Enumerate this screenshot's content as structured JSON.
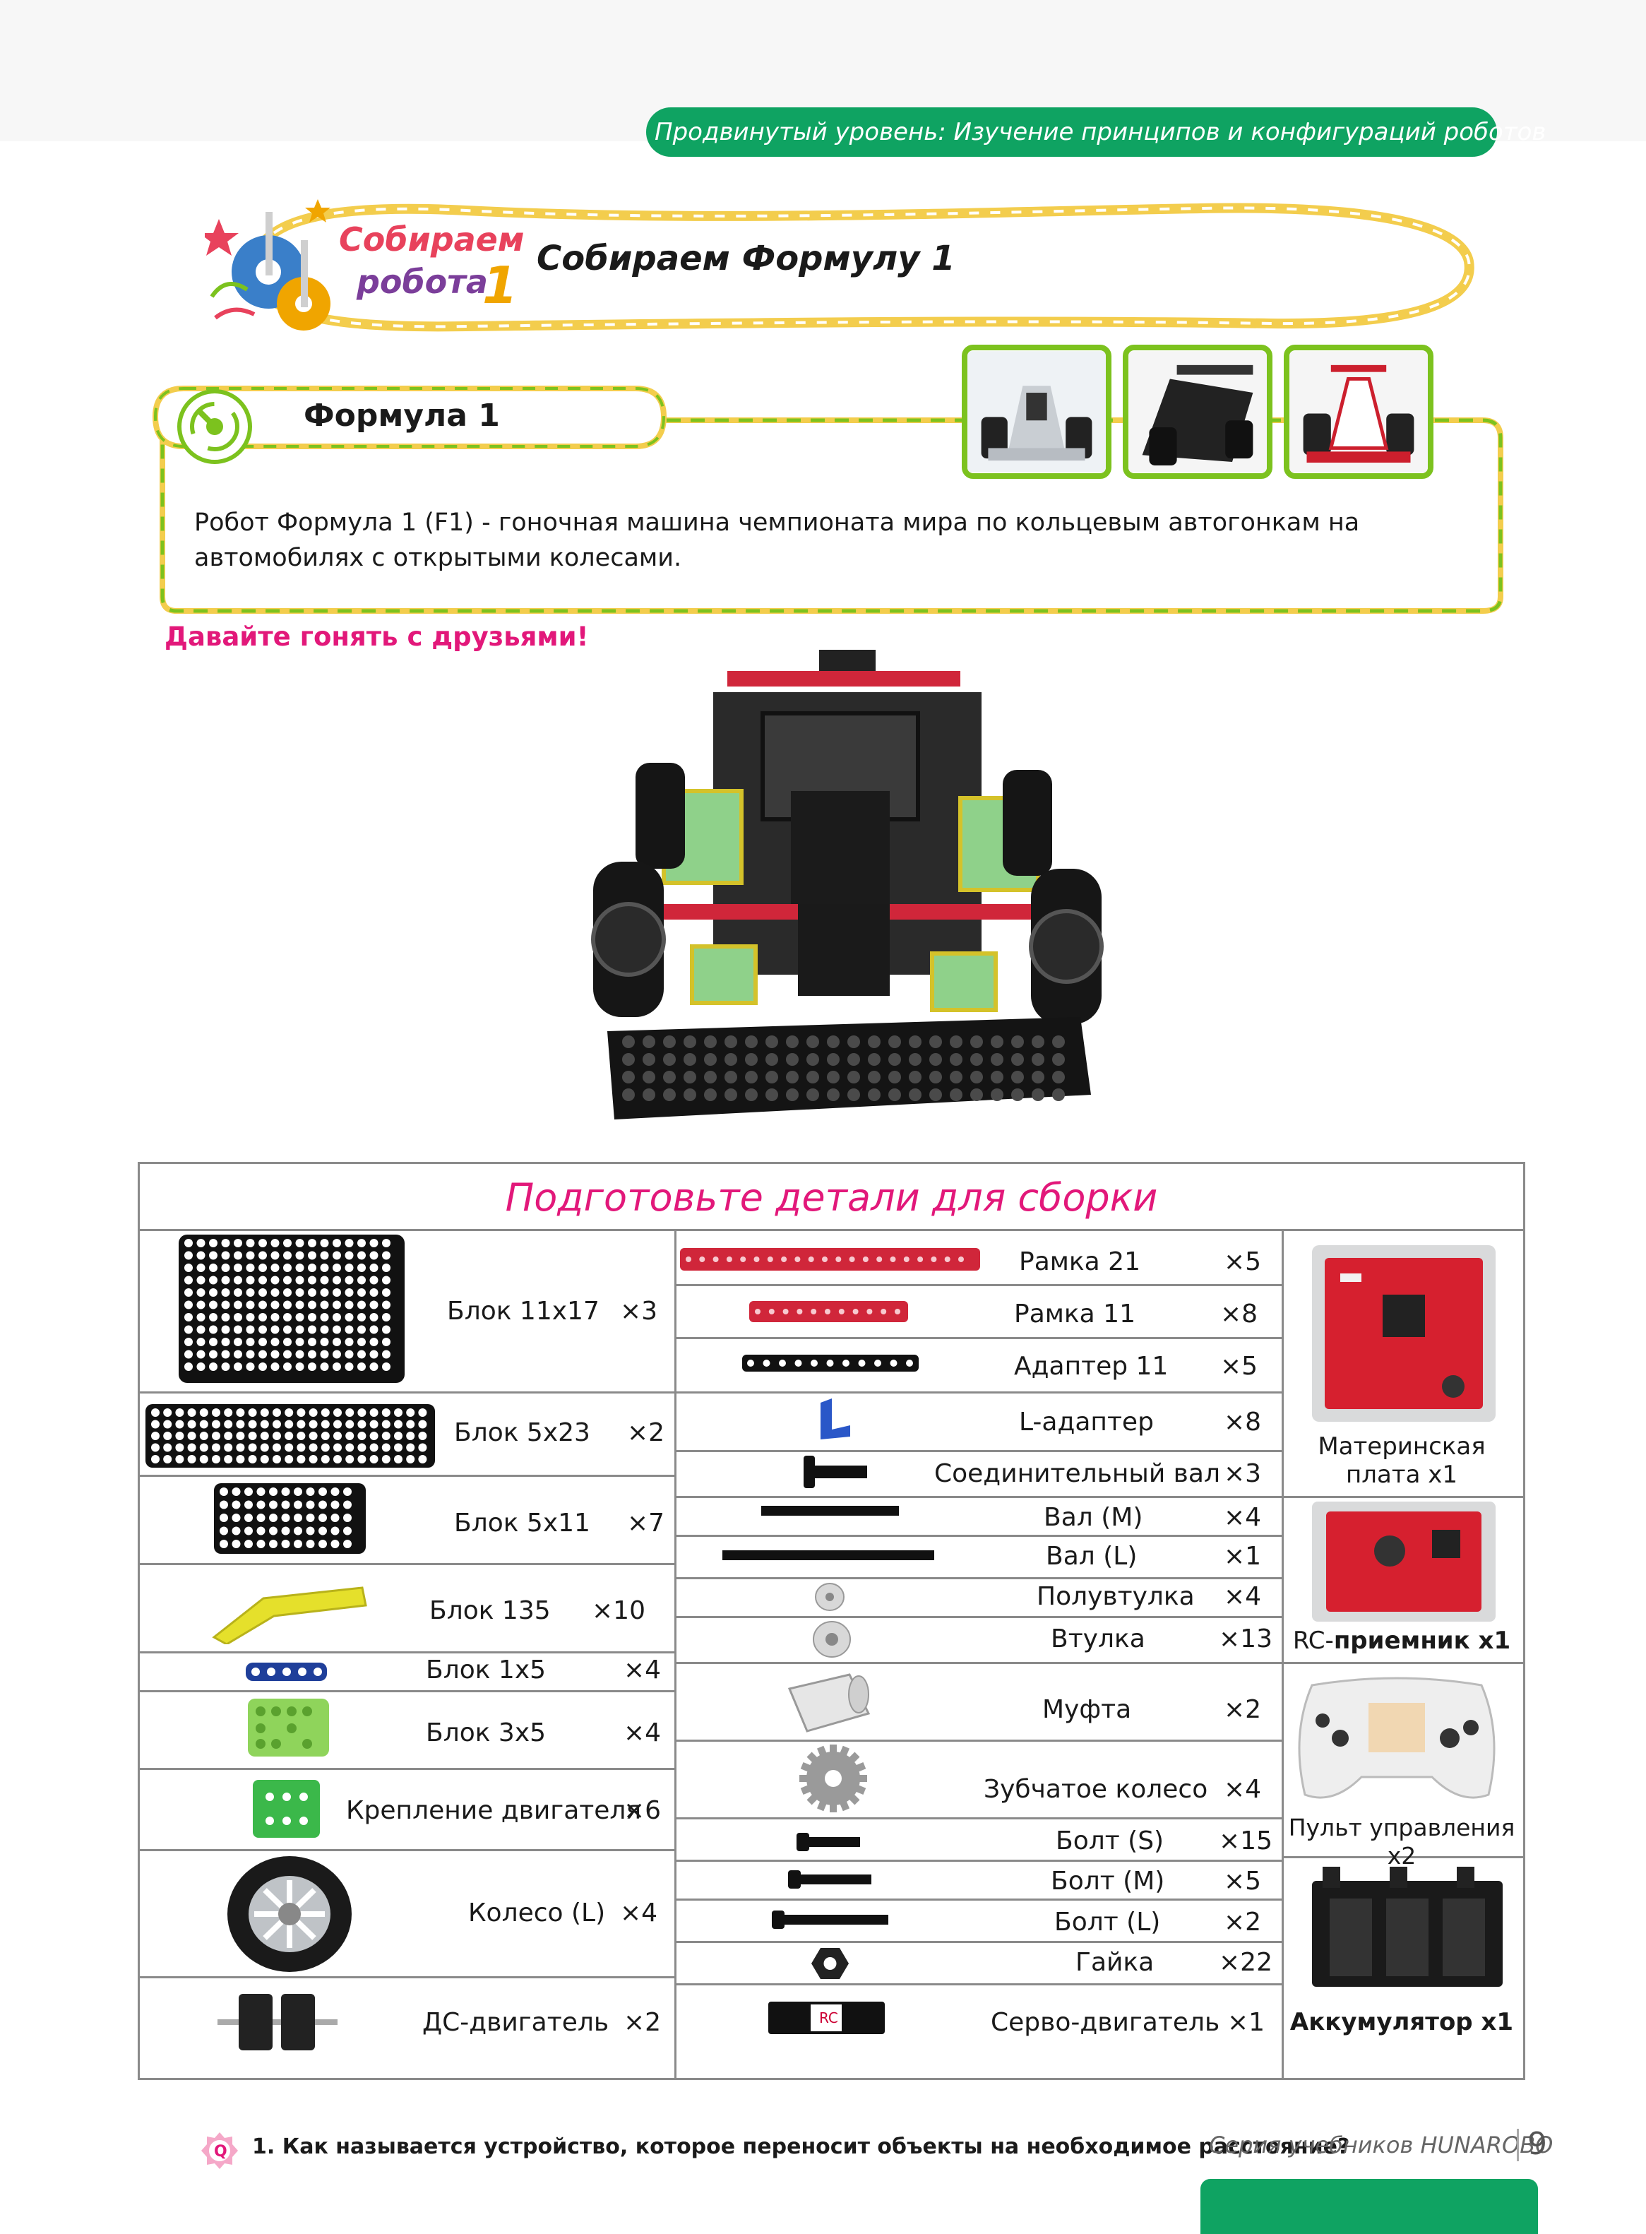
{
  "header": {
    "level_text": "Продвинутый уровень:  Изучение принципов и конфигураций роботов",
    "logo_line1": "Собираем",
    "logo_line2": "робота",
    "logo_number": "1",
    "title": "Собираем Формулу 1"
  },
  "section": {
    "title": "Формула 1",
    "description": "Робот  Формула 1 (F1) - гоночная машина чемпионата мира по кольцевым автогонкам на автомобилях с открытыми колесами.",
    "subtitle": "Давайте гонять с друзьями!"
  },
  "parts": {
    "title": "Подготовьте детали для сборки",
    "left": [
      {
        "name": "Блок 11x17",
        "qty": "×3"
      },
      {
        "name": "Блок 5x23",
        "qty": "×2"
      },
      {
        "name": "Блок 5x11",
        "qty": "×7"
      },
      {
        "name": "Блок 135",
        "qty": "×10"
      },
      {
        "name": "Блок  1x5",
        "qty": "×4"
      },
      {
        "name": "Блок 3x5",
        "qty": "×4"
      },
      {
        "name": "Крепление двигателя",
        "qty": "×6"
      },
      {
        "name": "Колесо (L)",
        "qty": "×4"
      },
      {
        "name": "ДС-двигатель",
        "qty": "×2"
      }
    ],
    "middle": [
      {
        "name": "Рамка 21",
        "qty": "×5"
      },
      {
        "name": "Рамка 11",
        "qty": "×8"
      },
      {
        "name": "Адаптер 11",
        "qty": "×5"
      },
      {
        "name": "L-адаптер",
        "qty": "×8"
      },
      {
        "name": "Соединительный вал",
        "qty": "×3"
      },
      {
        "name": "Вал (М)",
        "qty": "×4"
      },
      {
        "name": "Вал (L)",
        "qty": "×1"
      },
      {
        "name": "Полувтулка",
        "qty": "×4"
      },
      {
        "name": "Втулка",
        "qty": "×13"
      },
      {
        "name": "Муфта",
        "qty": "×2"
      },
      {
        "name": "Зубчатое колесо",
        "qty": "×4"
      },
      {
        "name": "Болт (S)",
        "qty": "×15"
      },
      {
        "name": "Болт (M)",
        "qty": "×5"
      },
      {
        "name": "Болт (L)",
        "qty": "×2"
      },
      {
        "name": "Гайка",
        "qty": "×22"
      },
      {
        "name": "Серво-двигатель",
        "qty": "×1"
      }
    ],
    "right": [
      {
        "line1": "Материнская",
        "line2": "плата x1"
      },
      {
        "prefix": "RC-",
        "name": "приемник x1"
      },
      {
        "name": "Пульт управления x2"
      },
      {
        "name": "Аккумулятор x1"
      }
    ]
  },
  "footer": {
    "question": "1. Как называется устройство, которое переносит объекты на необходимое расстояние?",
    "series": "Серия учебников HUNAROBO",
    "page": "9"
  },
  "colors": {
    "green": "#0fa362",
    "lime": "#7cc21e",
    "yellow_outline": "#f3cd4d",
    "magenta": "#e2187a"
  }
}
